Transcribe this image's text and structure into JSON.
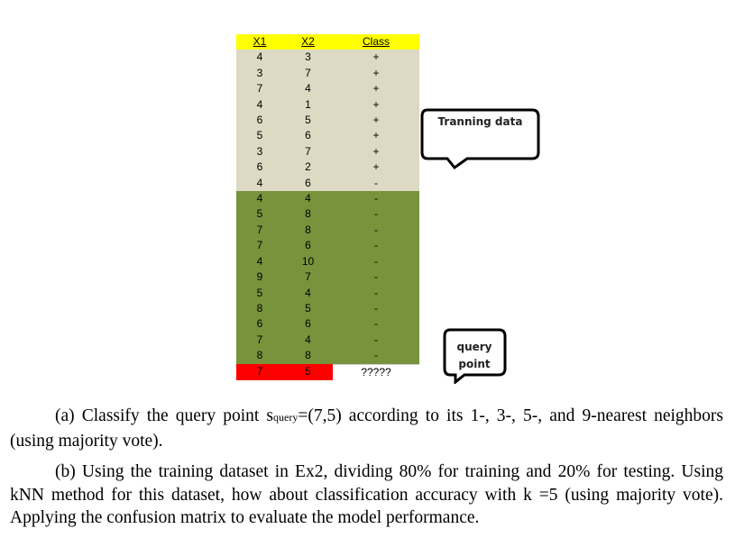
{
  "table": {
    "headers": [
      "X1",
      "X2",
      "Class"
    ],
    "training_rows": [
      [
        "4",
        "3",
        "+"
      ],
      [
        "3",
        "7",
        "+"
      ],
      [
        "7",
        "4",
        "+"
      ],
      [
        "4",
        "1",
        "+"
      ],
      [
        "6",
        "5",
        "+"
      ],
      [
        "5",
        "6",
        "+"
      ],
      [
        "3",
        "7",
        "+"
      ],
      [
        "6",
        "2",
        "+"
      ],
      [
        "4",
        "6",
        "-"
      ]
    ],
    "negative_rows": [
      [
        "4",
        "4",
        "-"
      ],
      [
        "5",
        "8",
        "-"
      ],
      [
        "7",
        "8",
        "-"
      ],
      [
        "7",
        "6",
        "-"
      ],
      [
        "4",
        "10",
        "-"
      ],
      [
        "9",
        "7",
        "-"
      ],
      [
        "5",
        "4",
        "-"
      ],
      [
        "8",
        "5",
        "-"
      ],
      [
        "6",
        "6",
        "-"
      ],
      [
        "7",
        "4",
        "-"
      ],
      [
        "8",
        "8",
        "-"
      ]
    ],
    "query_row": [
      "7",
      "5",
      "?????"
    ]
  },
  "callouts": {
    "training": "Tranning data",
    "query": [
      "query",
      "point"
    ]
  },
  "questions": {
    "a_before": "(a) Classify the query point s",
    "a_subscript": "query",
    "a_after": "=(7,5) according to its 1-, 3-, 5-, and 9-nearest neighbors (using majority vote).",
    "b": "(b) Using the training dataset in Ex2, dividing 80% for training and 20% for testing. Using kNN method for this dataset, how about classification accuracy with k =5 (using majority vote). Applying the confusion matrix to evaluate the model performance."
  },
  "colors": {
    "header": "#ffff00",
    "training_bg": "#ddd9c3",
    "negative_bg": "#77933c",
    "query_bg": "#ff0000"
  }
}
